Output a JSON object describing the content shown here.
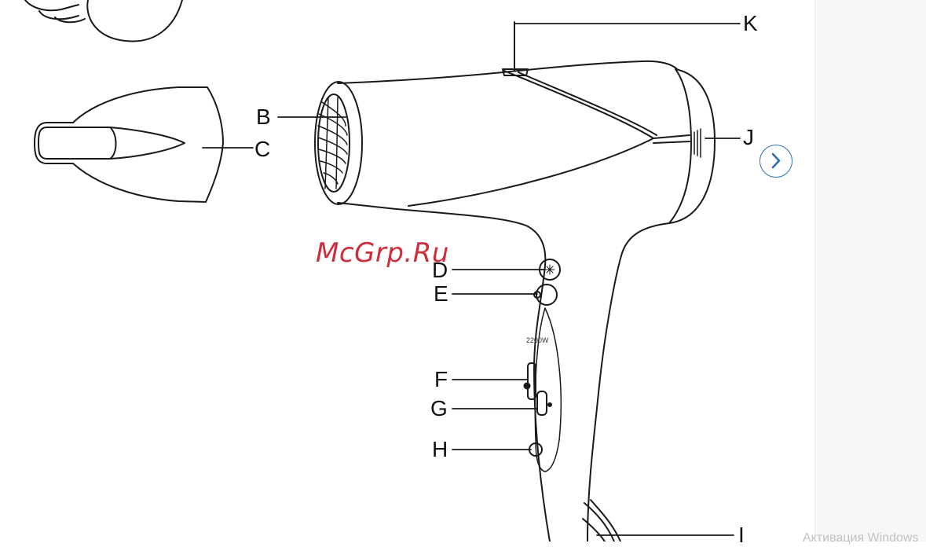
{
  "labels": {
    "k": "K",
    "b": "B",
    "c": "C",
    "j": "J",
    "d": "D",
    "e": "E",
    "f": "F",
    "g": "G",
    "h": "H",
    "i": "I"
  },
  "watermark": "McGrp.Ru",
  "wattage_marking": "2200W",
  "os_activation_text": "Активация Windows",
  "navigation": {
    "next_icon": "chevron-right-icon"
  },
  "colors": {
    "line": "#1a1a1a",
    "watermark": "#c81e2b",
    "nav_accent": "#2e6fb4"
  }
}
